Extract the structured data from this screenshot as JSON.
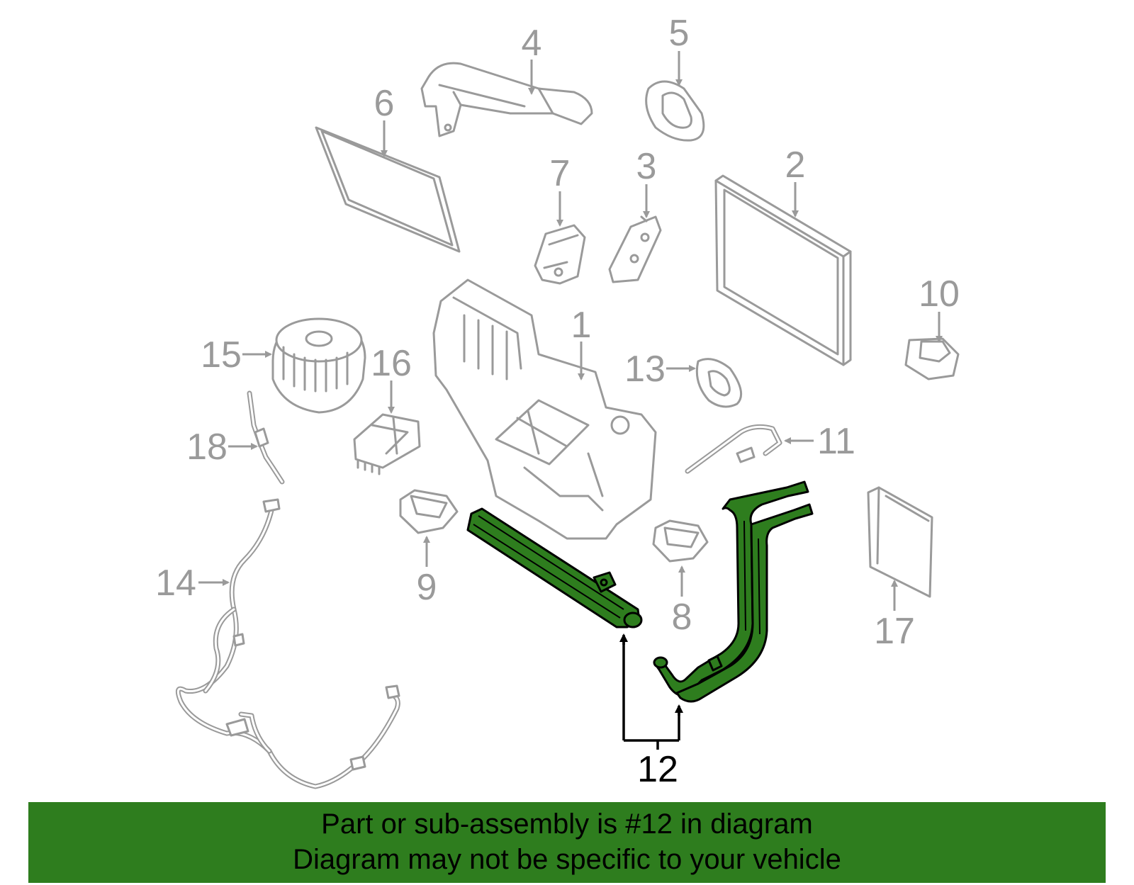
{
  "callouts": {
    "c1": "1",
    "c2": "2",
    "c3": "3",
    "c4": "4",
    "c5": "5",
    "c6": "6",
    "c7": "7",
    "c8": "8",
    "c9": "9",
    "c10": "10",
    "c11": "11",
    "c12": "12",
    "c13": "13",
    "c14": "14",
    "c15": "15",
    "c16": "16",
    "c17": "17",
    "c18": "18"
  },
  "highlighted_part": "12",
  "colors": {
    "highlight": "#2e7d1e",
    "outline": "#9a9a9a",
    "banner": "#2e7d1e"
  },
  "banner": {
    "line1": "Part or sub-assembly is #12 in diagram",
    "line2": "Diagram may not be specific to your vehicle"
  }
}
